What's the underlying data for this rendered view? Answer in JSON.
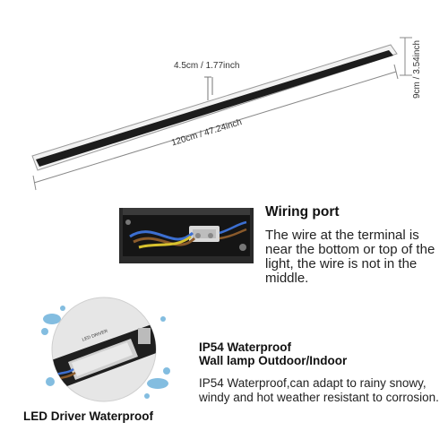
{
  "dimensions": {
    "width_label": "4.5cm / 1.77inch",
    "length_label": "120cm / 47.24inch",
    "height_label": "9cm / 3.54inch"
  },
  "wiring": {
    "title": "Wiring port",
    "description": "The wire at the terminal is near the bottom or top of the light, the wire is not in the middle."
  },
  "waterproof": {
    "title_line1": "IP54 Waterproof",
    "title_line2": "Wall lamp Outdoor/Indoor",
    "description": "IP54 Waterproof,can adapt to rainy snowy, windy and hot weather resistant to corrosion."
  },
  "driver": {
    "caption": "LED Driver Waterproof",
    "label": "LED DRIVER"
  },
  "colors": {
    "lamp_body": "#1c1c1c",
    "lamp_frame": "#ffffff",
    "water": "#5aa7d6"
  }
}
